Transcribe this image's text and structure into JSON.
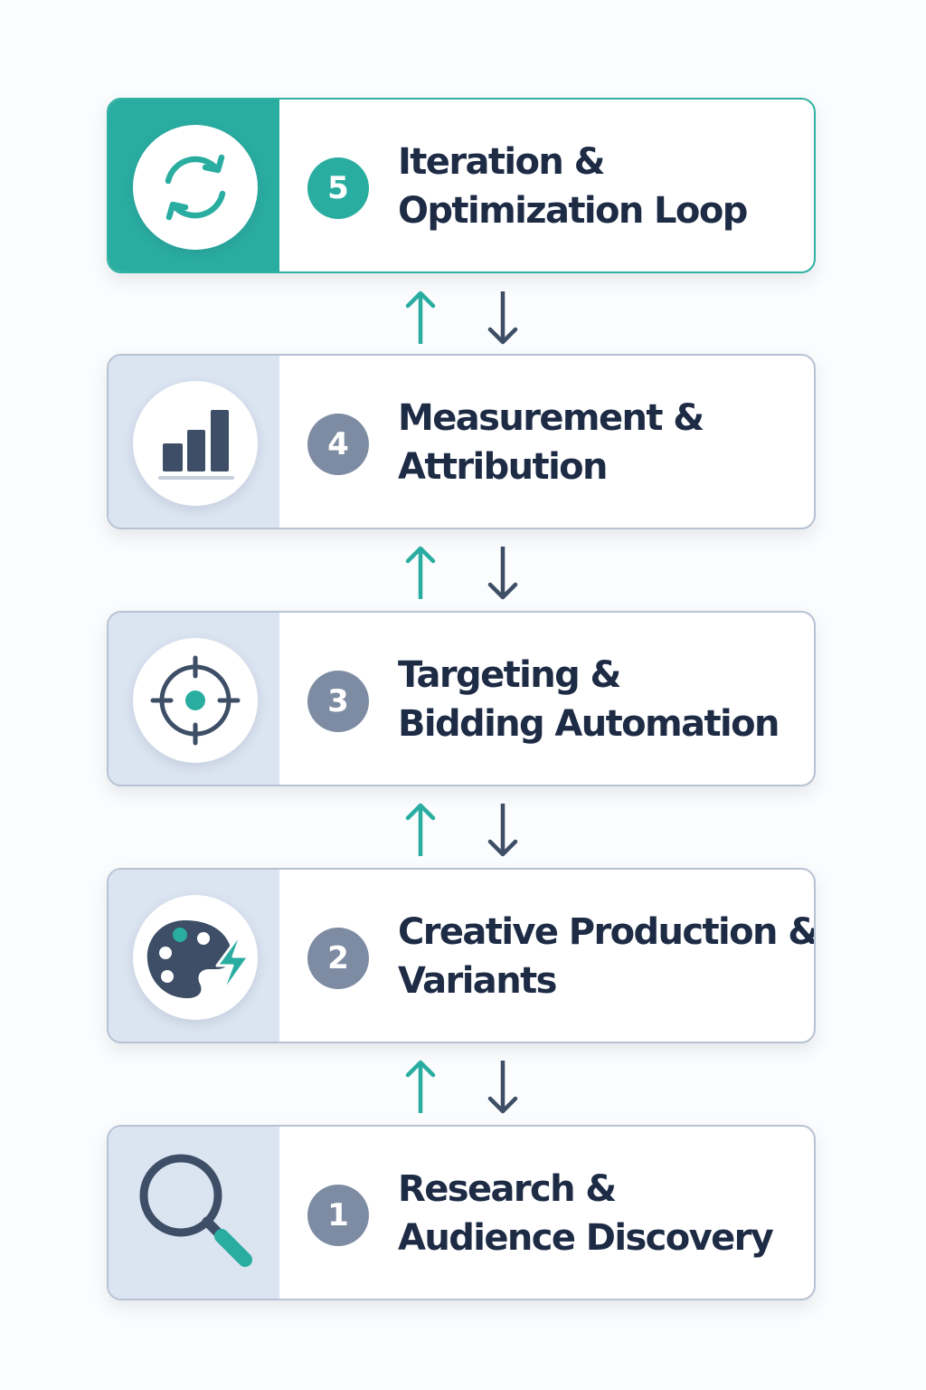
{
  "steps": [
    {
      "number": "5",
      "title_line1": "Iteration &",
      "title_line2": "Optimization Loop",
      "icon": "refresh-cycle-icon",
      "state": "active"
    },
    {
      "number": "4",
      "title_line1": "Measurement &",
      "title_line2": "Attribution",
      "icon": "bar-chart-icon",
      "state": "inactive"
    },
    {
      "number": "3",
      "title_line1": "Targeting &",
      "title_line2": "Bidding Automation",
      "icon": "crosshair-target-icon",
      "state": "inactive"
    },
    {
      "number": "2",
      "title_line1": "Creative Production &",
      "title_line2": "Variants",
      "icon": "palette-lightning-icon",
      "state": "inactive"
    },
    {
      "number": "1",
      "title_line1": "Research &",
      "title_line2": "Audience Discovery",
      "icon": "magnifier-icon",
      "state": "inactive"
    }
  ],
  "colors": {
    "accent": "#2aada1",
    "navy": "#3d4e66",
    "number_gray": "#7e8ca3",
    "side_panel": "#dbe4f1",
    "border": "#b7c2d3",
    "text": "#1d2b45"
  },
  "connectors": [
    {
      "up_icon": "arrow-up-icon",
      "down_icon": "arrow-down-icon"
    },
    {
      "up_icon": "arrow-up-icon",
      "down_icon": "arrow-down-icon"
    },
    {
      "up_icon": "arrow-up-icon",
      "down_icon": "arrow-down-icon"
    },
    {
      "up_icon": "arrow-up-icon",
      "down_icon": "arrow-down-icon"
    }
  ]
}
